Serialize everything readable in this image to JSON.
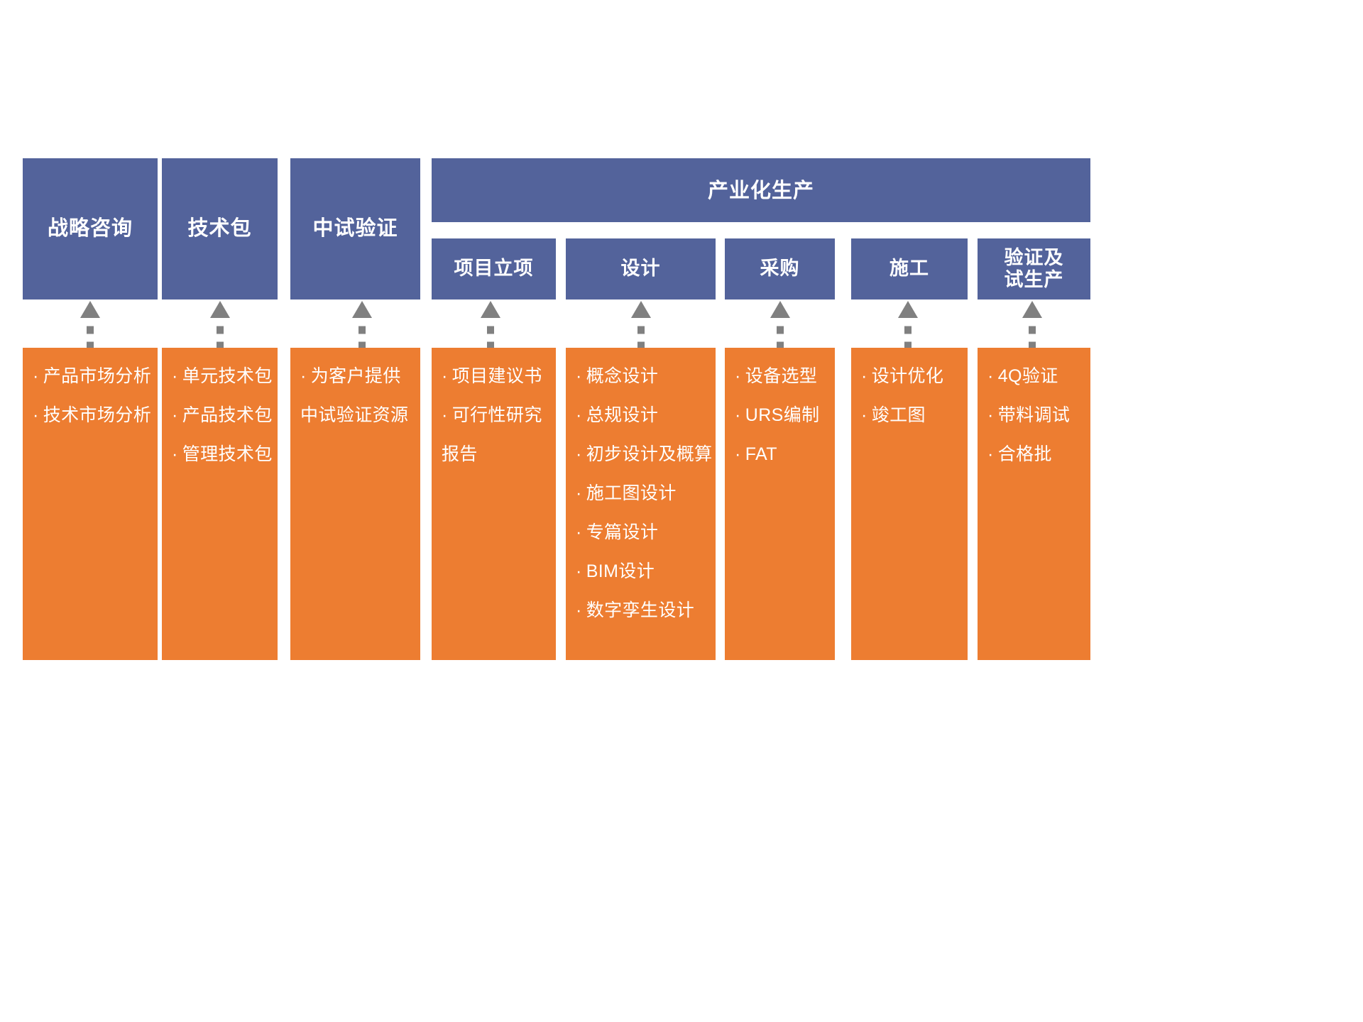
{
  "diagram": {
    "title_text": "产业化生产",
    "colors": {
      "blue": "#53639B",
      "orange": "#ED7D31",
      "arrow_gray": "#808080",
      "text": "#FFFFFF",
      "background": "#FFFFFF"
    },
    "banner": {
      "label": "产业化生产"
    },
    "columns": [
      {
        "id": "strategy-consulting",
        "header": "战略咨询",
        "header_type": "top",
        "items": [
          "产品市场分析",
          "技术市场分析"
        ]
      },
      {
        "id": "technology-package",
        "header": "技术包",
        "header_type": "top",
        "items": [
          "单元技术包",
          "产品技术包",
          "管理技术包"
        ]
      },
      {
        "id": "pilot-verification",
        "header": "中试验证",
        "header_type": "top",
        "items": [
          "为客户提供"
        ],
        "continuation": [
          "中试验证资源"
        ]
      },
      {
        "id": "project-initiation",
        "header": "项目立项",
        "header_type": "sub",
        "items": [
          "项目建议书",
          "可行性研究"
        ],
        "continuation": [
          "报告"
        ]
      },
      {
        "id": "design",
        "header": "设计",
        "header_type": "sub",
        "items": [
          "概念设计",
          "总规设计",
          "初步设计及概算",
          "施工图设计",
          "专篇设计",
          "BIM设计",
          "数字孪生设计"
        ]
      },
      {
        "id": "procurement",
        "header": "采购",
        "header_type": "sub",
        "items": [
          "设备选型",
          "URS编制",
          "FAT"
        ]
      },
      {
        "id": "construction",
        "header": "施工",
        "header_type": "sub",
        "items": [
          "设计优化",
          "竣工图"
        ]
      },
      {
        "id": "validation-trial-production",
        "header": "验证及\n试生产",
        "header_line1": "验证及",
        "header_line2": "试生产",
        "header_type": "sub",
        "items": [
          "4Q验证",
          "带料调试",
          "合格批"
        ]
      }
    ]
  }
}
